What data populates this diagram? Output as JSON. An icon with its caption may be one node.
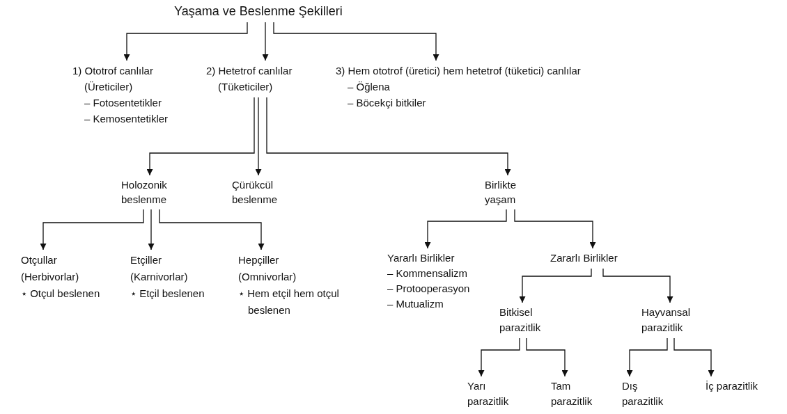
{
  "diagram": {
    "nodes": [
      {
        "text": [
          "Yaşama ve Beslenme Şekilleri"
        ]
      },
      {
        "text": [
          "1) Ototrof canlılar (Üreticiler)",
          "– Fotosentetikler",
          "– Kemosentetikler"
        ]
      },
      {
        "text": [
          "2) Hetetrof canlılar (Tüketiciler)"
        ]
      },
      {
        "text": [
          "3) Hem ototrof (üretici) hem hetetrof (tüketici) canlılar",
          "– Öğlena",
          "– Böcekçi bitkiler"
        ]
      },
      {
        "text": [
          "Holozonik beslenme"
        ]
      },
      {
        "text": [
          "Çürükcül beslenme"
        ]
      },
      {
        "text": [
          "Birlikte yaşam"
        ]
      },
      {
        "text": [
          "Otçullar (Herbivorlar)",
          "⋆ Otçul beslenen"
        ]
      },
      {
        "text": [
          "Etçiller (Karnivorlar)",
          "⋆ Etçil beslenen"
        ]
      },
      {
        "text": [
          "Hepçiller (Omnivorlar)",
          "⋆ Hem etçil hem otçul beslenen"
        ]
      },
      {
        "text": [
          "Yararlı Birlikler",
          "– Kommensalizm",
          "– Protooperasyon",
          "– Mutualizm"
        ]
      },
      {
        "text": [
          "Zararlı Birlikler"
        ]
      },
      {
        "text": [
          "Bitkisel parazitlik"
        ]
      },
      {
        "text": [
          "Hayvansal parazitlik"
        ]
      },
      {
        "text": [
          "Yarı parazitlik"
        ]
      },
      {
        "text": [
          "Tam parazitlik"
        ]
      },
      {
        "text": [
          "Dış parazitlik"
        ]
      },
      {
        "text": [
          "İç parazitlik"
        ]
      }
    ],
    "edges": [
      {
        "from": 0,
        "to": 1,
        "arrow": "to"
      },
      {
        "from": 0,
        "to": 2,
        "arrow": "to"
      },
      {
        "from": 0,
        "to": 3,
        "arrow": "to"
      },
      {
        "from": 2,
        "to": 4,
        "arrow": "to"
      },
      {
        "from": 2,
        "to": 5,
        "arrow": "to"
      },
      {
        "from": 2,
        "to": 6,
        "arrow": "to"
      },
      {
        "from": 4,
        "to": 7,
        "arrow": "to"
      },
      {
        "from": 4,
        "to": 8,
        "arrow": "to"
      },
      {
        "from": 4,
        "to": 9,
        "arrow": "to"
      },
      {
        "from": 6,
        "to": 10,
        "arrow": "to"
      },
      {
        "from": 6,
        "to": 11,
        "arrow": "to"
      },
      {
        "from": 11,
        "to": 12,
        "arrow": "to"
      },
      {
        "from": 11,
        "to": 13,
        "arrow": "to"
      },
      {
        "from": 12,
        "to": 14,
        "arrow": "to"
      },
      {
        "from": 12,
        "to": 15,
        "arrow": "to"
      },
      {
        "from": 13,
        "to": 16,
        "arrow": "to"
      },
      {
        "from": 13,
        "to": 17,
        "arrow": "to"
      }
    ]
  }
}
